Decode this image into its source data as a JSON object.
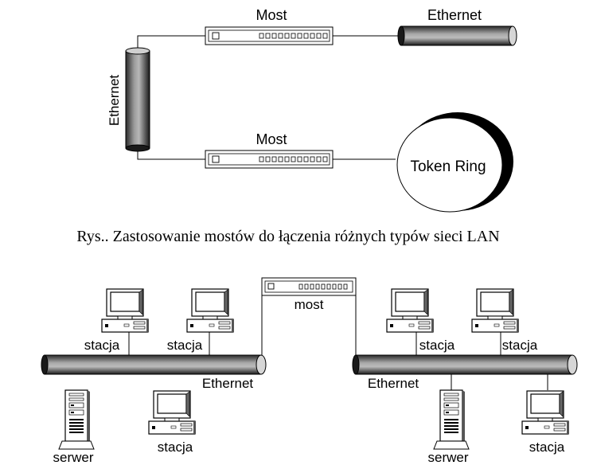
{
  "top": {
    "bridge_top_label": "Most",
    "bridge_bottom_label": "Most",
    "ethernet_right_label": "Ethernet",
    "ethernet_left_label": "Ethernet",
    "token_ring_label": "Token Ring"
  },
  "caption": "Rys.. Zastosowanie mostów do łączenia różnych typów sieci LAN",
  "bottom": {
    "bridge_label": "most",
    "left_segment": {
      "ethernet_label": "Ethernet",
      "station_1_label": "stacja",
      "station_2_label": "stacja",
      "station_3_label": "stacja",
      "server_label": "serwer"
    },
    "right_segment": {
      "ethernet_label": "Ethernet",
      "station_1_label": "stacja",
      "station_2_label": "stacja",
      "station_3_label": "stacja",
      "server_label": "serwer"
    }
  }
}
